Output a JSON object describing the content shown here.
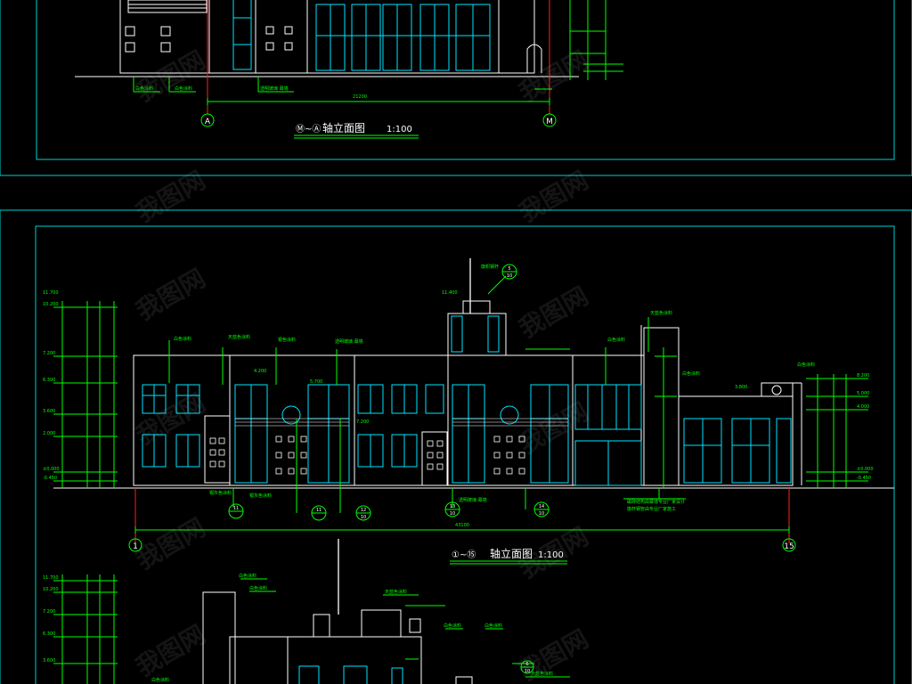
{
  "colors": {
    "background": "#000000",
    "frame": "#00d0d0",
    "building": "#ffffff",
    "window": "#00e5ff",
    "dimension": "#00ff00",
    "axis": "#ff2020",
    "axis_bubble": "#00ff00",
    "annotation": "#00ff00",
    "watermark": "#8a8a8a"
  },
  "top_sheet": {
    "title_prefix": "Ⓜ~Ⓐ",
    "title": "轴立面图",
    "scale": "1:100",
    "axis_left": "A",
    "axis_right": "M",
    "overall_dim": "21200",
    "notes": [
      "白色涂料",
      "白色涂料",
      "透明玻璃 幕墙"
    ]
  },
  "middle_sheet": {
    "title_prefix": "①~⑮",
    "title": "轴立面图",
    "scale": "1:100",
    "axis_left": "1",
    "axis_right": "15",
    "overall_dim": "43100",
    "roof_note": "旗帜钢杆",
    "detail_refs": [
      "5",
      "10",
      "11",
      "11",
      "12",
      "10",
      "13",
      "10",
      "14",
      "10"
    ],
    "notes": [
      "白色涂料",
      "天蓝色涂料",
      "银色涂料",
      "透明玻璃 幕墙",
      "白色涂料",
      "天蓝色涂料",
      "白色涂料",
      "银灰色涂料",
      "透明玻璃 幕墙",
      "磁砖结构由幕墙专业厂家设计",
      "旗杆钢管由专业厂家施工",
      "银灰色涂料",
      "白色涂料"
    ],
    "elevations_left": [
      "11.700",
      "10.200",
      "7.200",
      "6.300",
      "3.600",
      "2.000",
      "±0.000",
      "-0.450"
    ],
    "elevations_right": [
      "8.200",
      "5.000",
      "4.000",
      "±0.000",
      "-0.450"
    ],
    "elevation_mid": [
      "11.400",
      "7.200",
      "4.200",
      "5.700",
      "3.800"
    ]
  },
  "bottom_sheet": {
    "notes": [
      "白色涂料",
      "白色涂料",
      "天蓝色涂料",
      "白色涂料",
      "白色涂料",
      "天蓝色涂料",
      "白色涂料"
    ],
    "elevations_left": [
      "11.700",
      "10.200",
      "7.200",
      "6.300",
      "3.600"
    ],
    "detail_refs": [
      "6",
      "10"
    ]
  },
  "watermark": {
    "text": "我图网"
  }
}
